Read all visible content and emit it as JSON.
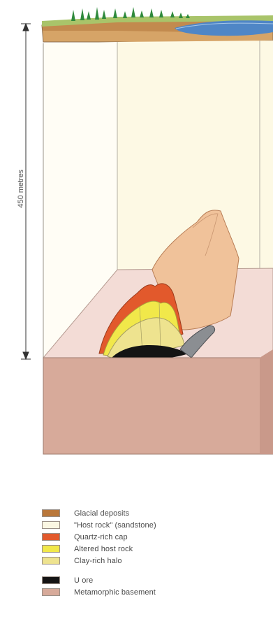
{
  "scale": {
    "label": "450  metres"
  },
  "legend": {
    "items": [
      {
        "label": "Glacial deposits",
        "color": "#b9773a"
      },
      {
        "label": "\"Host rock\" (sandstone)",
        "color": "#fbf7e3"
      },
      {
        "label": "Quartz-rich cap",
        "color": "#e2592c"
      },
      {
        "label": "Altered host rock",
        "color": "#f1e84a"
      },
      {
        "label": "Clay-rich halo",
        "color": "#eee38f"
      },
      {
        "label": "U ore",
        "color": "#141414"
      },
      {
        "label": "Metamorphic basement",
        "color": "#d7aa9a"
      }
    ]
  }
}
